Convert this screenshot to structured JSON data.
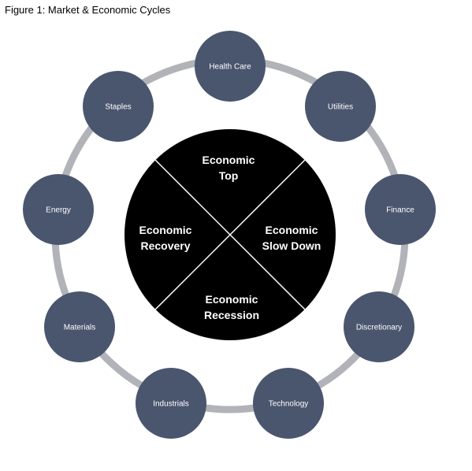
{
  "title": "Figure 1: Market & Economic Cycles",
  "colors": {
    "ring": "#b1b3b8",
    "node_fill": "#4a566e",
    "node_text": "#ffffff",
    "center_fill": "#000000",
    "divider": "#ffffff"
  },
  "center": {
    "quadrants": [
      {
        "id": "top",
        "lines": [
          "Economic",
          "Top"
        ]
      },
      {
        "id": "slowdown",
        "lines": [
          "Economic",
          "Slow Down"
        ]
      },
      {
        "id": "recession",
        "lines": [
          "Economic",
          "Recession"
        ]
      },
      {
        "id": "recovery",
        "lines": [
          "Economic",
          "Recovery"
        ]
      }
    ]
  },
  "sectors": [
    "Health Care",
    "Utilities",
    "Finance",
    "Discretionary",
    "Technology",
    "Industrials",
    "Materials",
    "Energy",
    "Staples"
  ]
}
